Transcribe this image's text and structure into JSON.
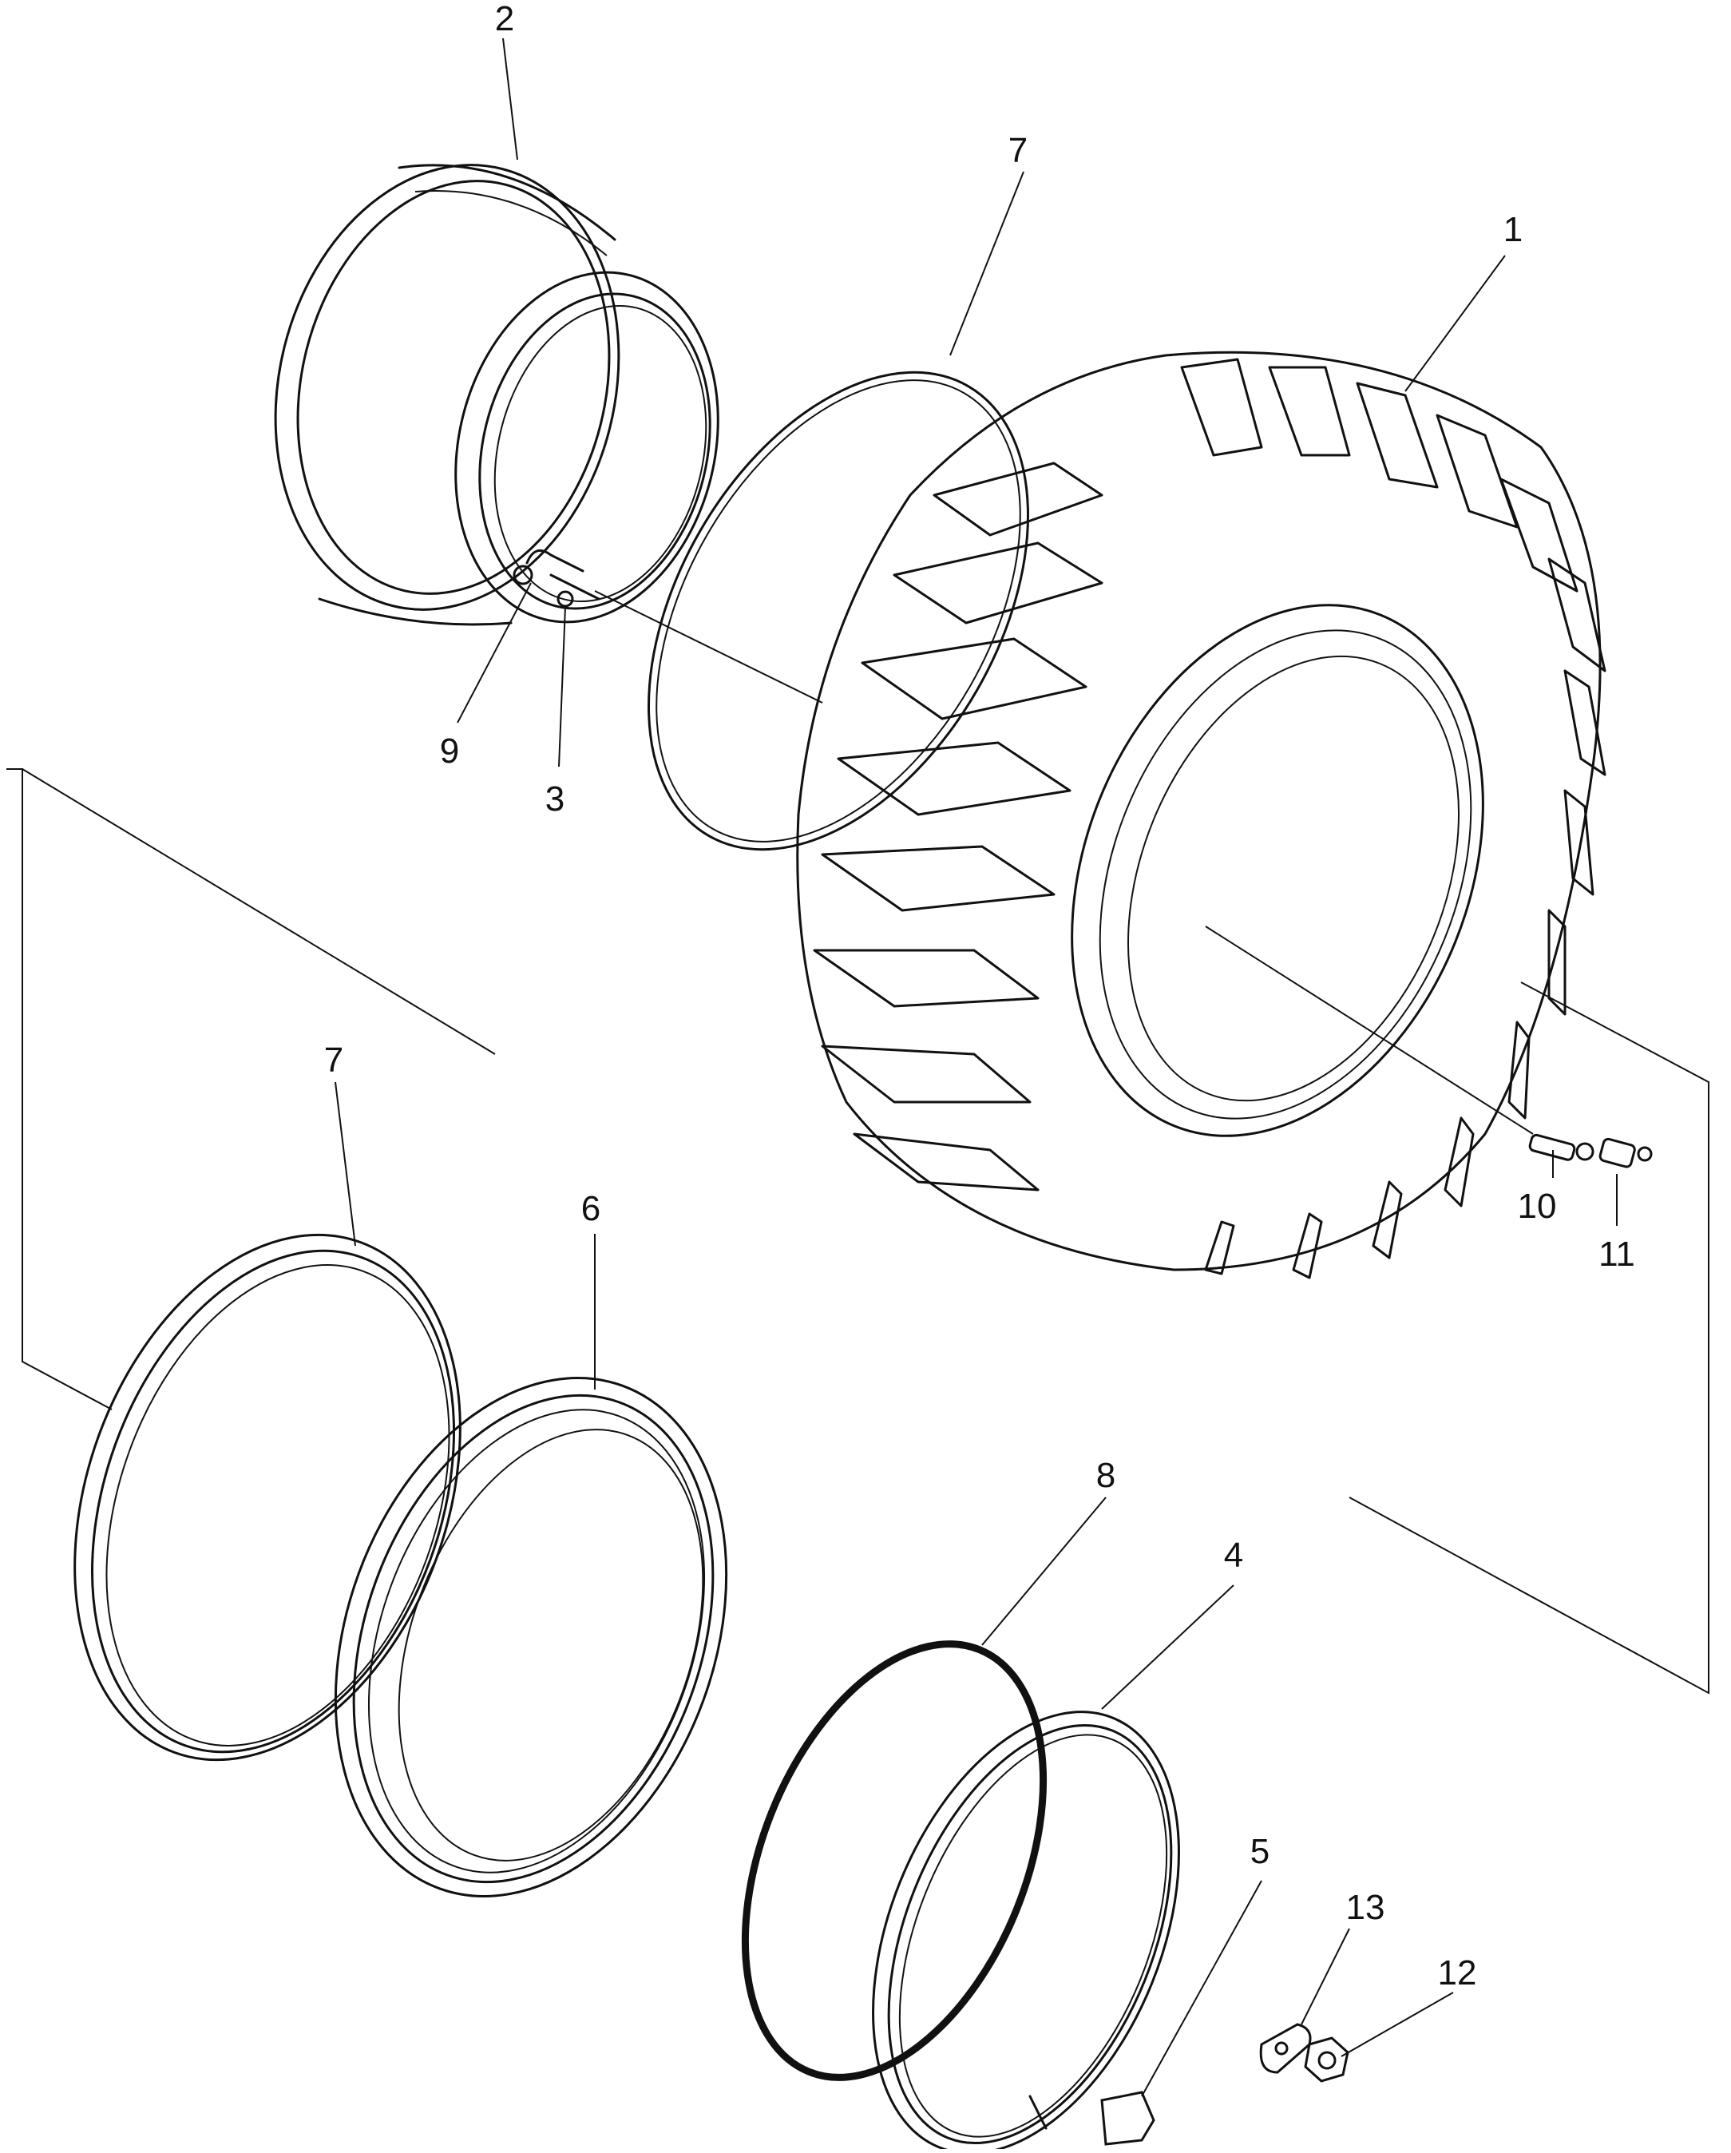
{
  "callouts": [
    "1",
    "2",
    "3",
    "4",
    "5",
    "6",
    "7",
    "7",
    "8",
    "9",
    "10",
    "11",
    "12",
    "13"
  ]
}
